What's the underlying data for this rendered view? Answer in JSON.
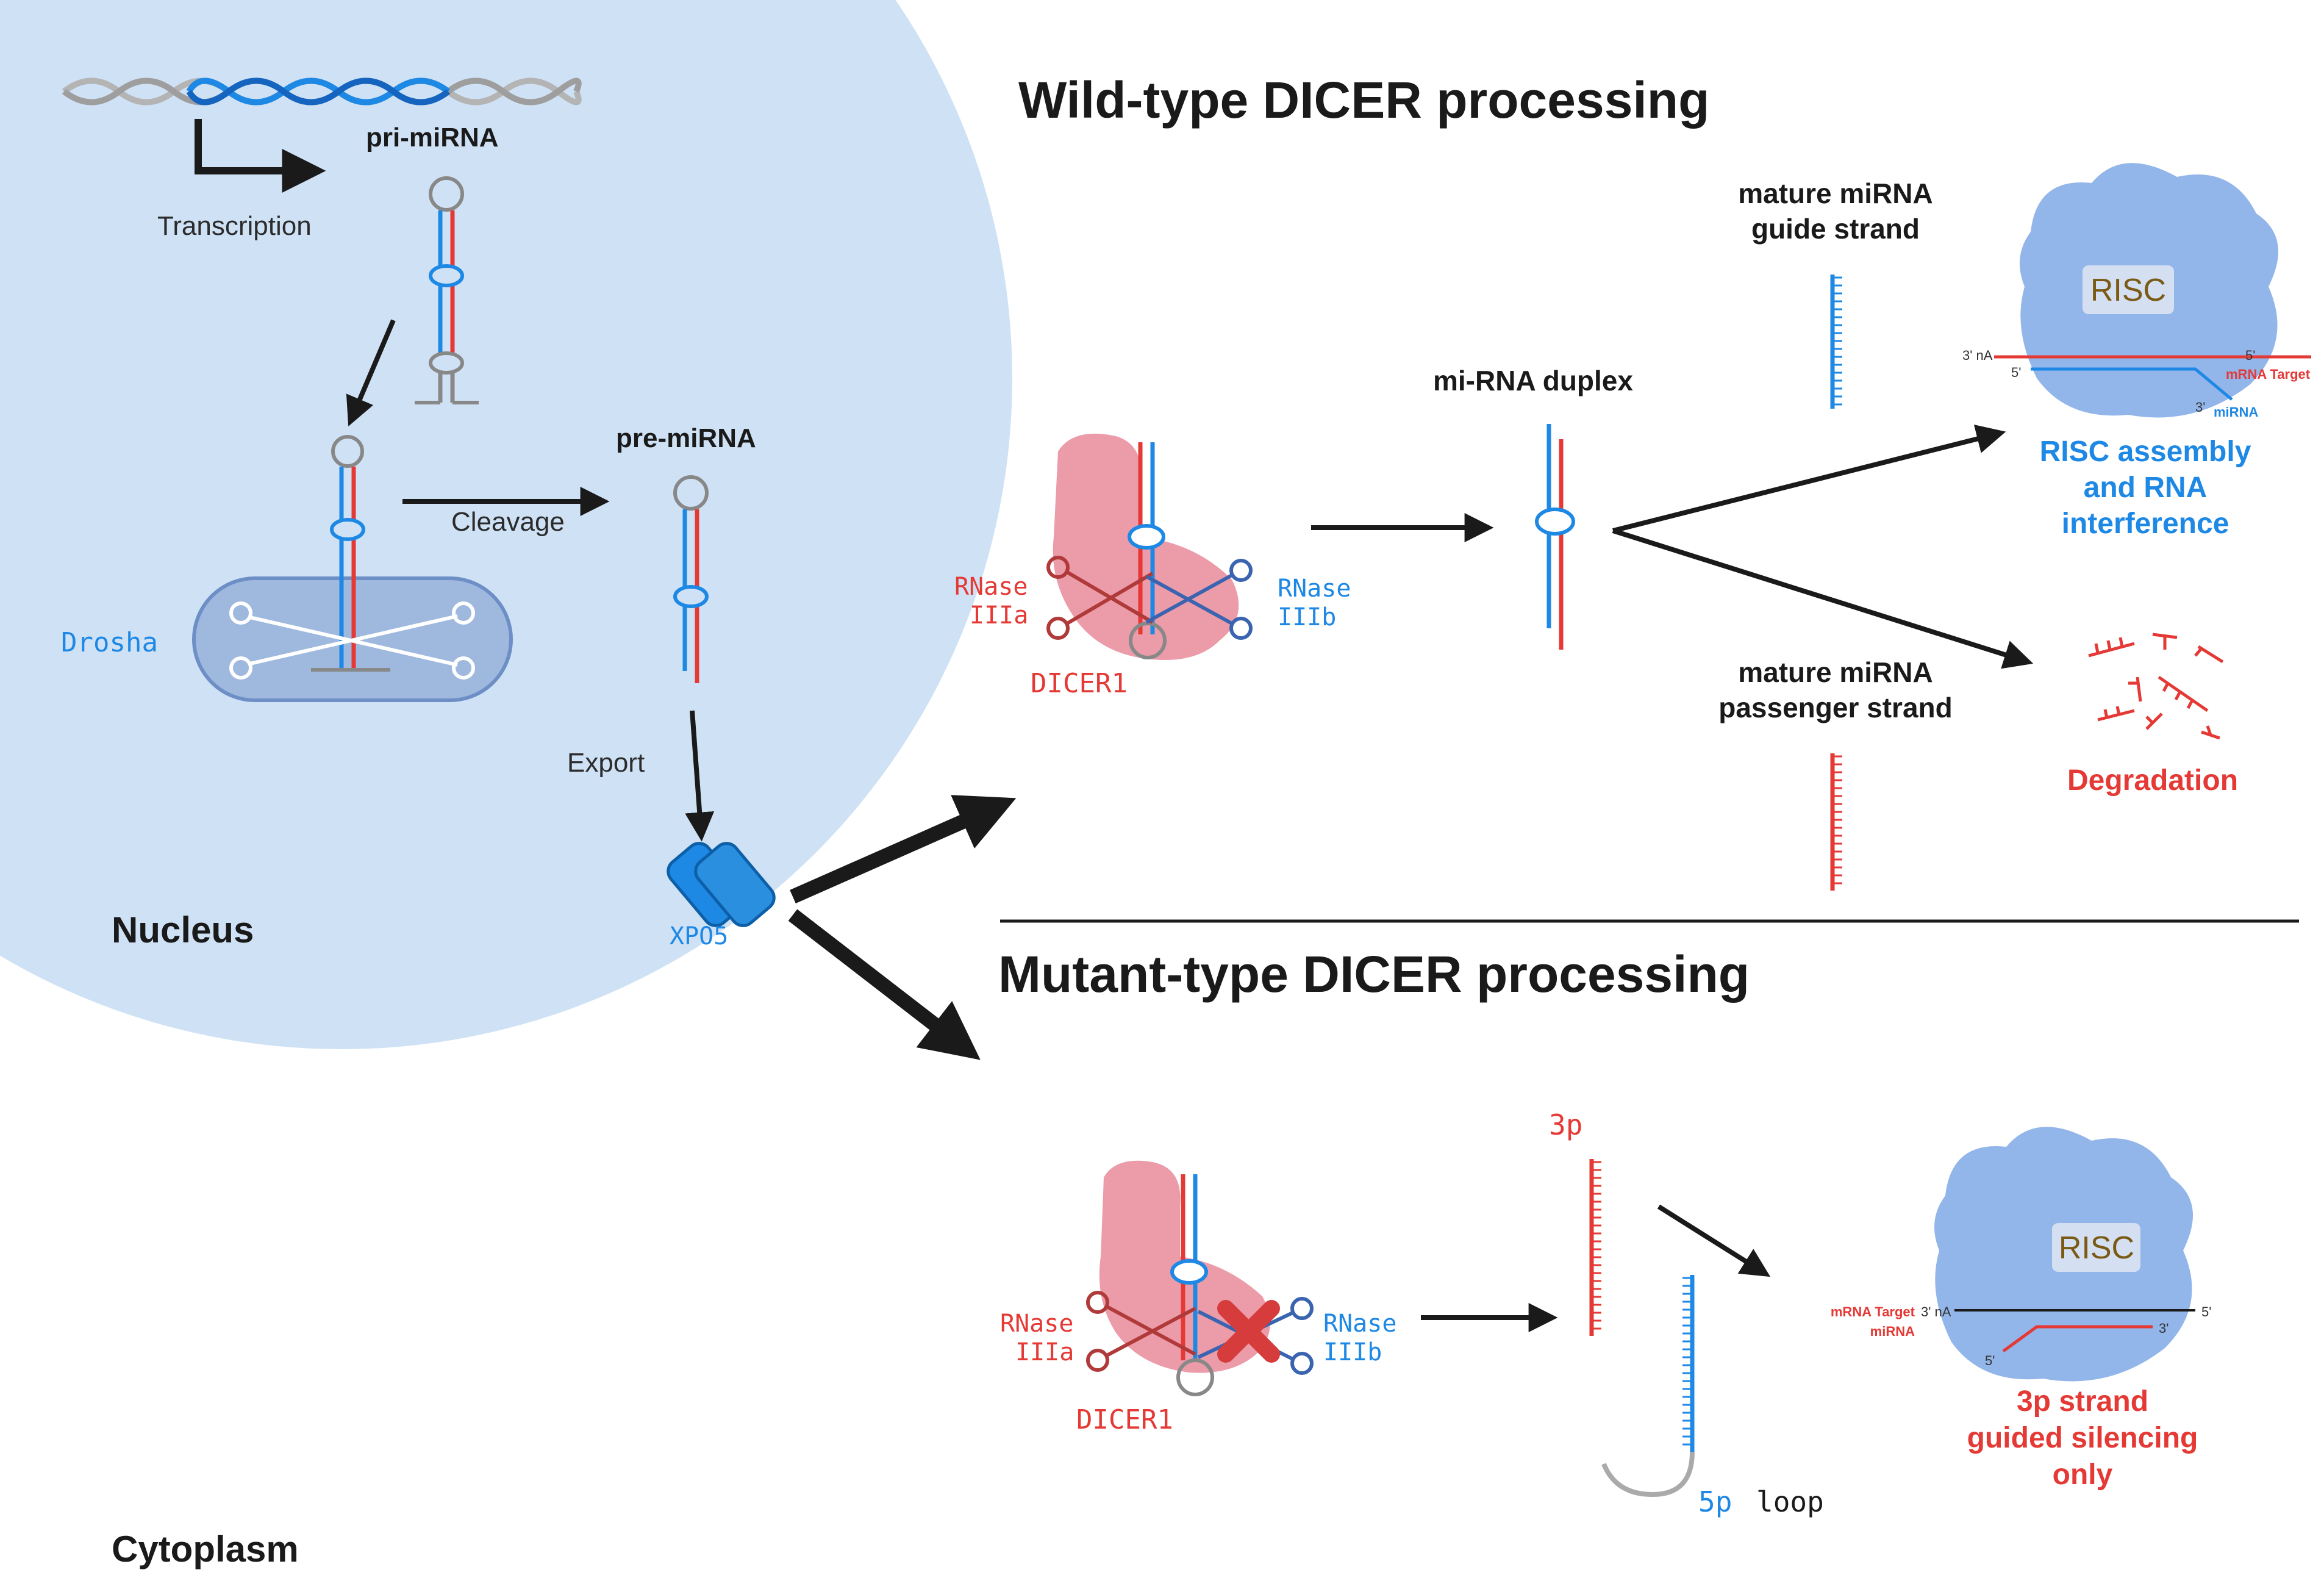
{
  "colors": {
    "nucleus_fill": "#cfe2f5",
    "dna_grey": "#b4b4b4",
    "dna_blue": "#1e88e5",
    "strand_red": "#e53935",
    "strand_blue": "#1e88e5",
    "label_blue": "#1e88e5",
    "label_red": "#e53935",
    "dicer_pink": "#e98a9a",
    "risc_blue": "#7fa8e6",
    "risc_label": "#7a5a14"
  },
  "icons": [
    "dna-icon",
    "hairpin-icon",
    "scissors-icon",
    "xpo5-channel-icon",
    "dicer-protein-icon",
    "risc-complex-icon",
    "cross-icon"
  ],
  "nucleus": {
    "title": "Nucleus",
    "pri_mirna": "pri-miRNA",
    "transcription": "Transcription",
    "drosha": "Drosha",
    "cleavage": "Cleavage",
    "pre_mirna": "pre-miRNA",
    "export": "Export",
    "xpo5": "XPO5"
  },
  "cytoplasm": {
    "title": "Cytoplasm"
  },
  "wild_type": {
    "heading": "Wild-type DICER processing",
    "rnase_a": [
      "RNase",
      "IIIa"
    ],
    "rnase_b": [
      "RNase",
      "IIIb"
    ],
    "dicer": "DICER1",
    "duplex": "mi-RNA duplex",
    "guide_label": [
      "mature miRNA",
      "guide strand"
    ],
    "passenger_label": [
      "mature miRNA",
      "passenger strand"
    ],
    "risc": "RISC",
    "risc_3prime": "3' nA",
    "risc_5prime_right": "5'",
    "risc_5prime_left": "5'",
    "risc_3prime_small": "3'",
    "mrna_target": "mRNA Target",
    "mirna": "miRNA",
    "outcome": [
      "RISC assembly",
      "and RNA",
      "interference"
    ],
    "degradation": "Degradation"
  },
  "mutant": {
    "heading": "Mutant-type DICER processing",
    "rnase_a": [
      "RNase",
      "IIIa"
    ],
    "rnase_b": [
      "RNase",
      "IIIb"
    ],
    "dicer": "DICER1",
    "label_3p": "3p",
    "label_5p": "5p",
    "loop": "loop",
    "risc": "RISC",
    "mrna_target": "mRNA Target",
    "mirna": "miRNA",
    "risc_3prime": "3' nA",
    "risc_5prime_right": "5'",
    "risc_5prime_left": "5'",
    "risc_3prime_small": "3'",
    "outcome": [
      "3p strand",
      "guided silencing",
      "only"
    ]
  }
}
